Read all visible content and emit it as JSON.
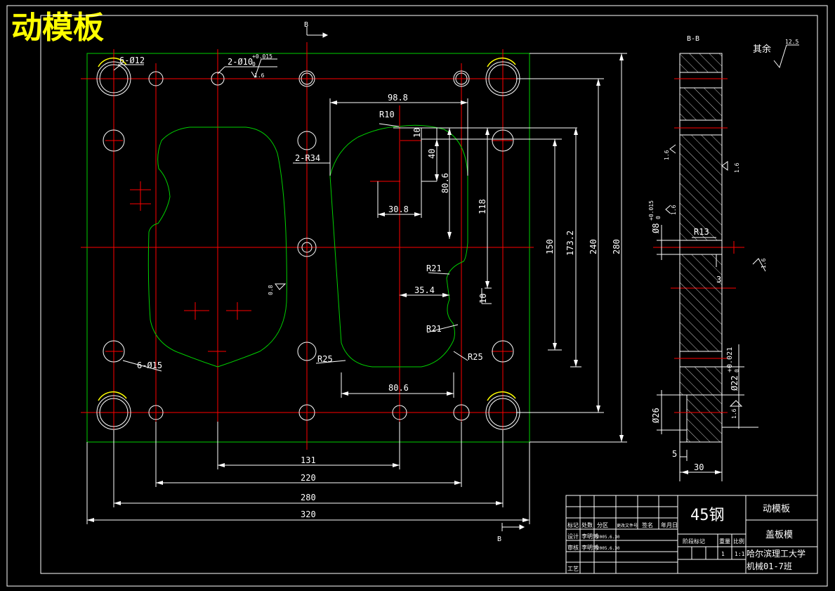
{
  "title": "动模板",
  "section_marks": {
    "top": "B",
    "bottom": "B",
    "section_view": "B-B"
  },
  "roughness": {
    "other_label": "其余",
    "other_value": "12.5",
    "fine": "1.6",
    "finer": "0.8"
  },
  "hole_labels": {
    "six_phi12": "6-Ø12",
    "two_phi10": "2-Ø10",
    "two_phi10_tol_upper": "+0.015",
    "two_phi10_tol_lower": "0",
    "six_phi15": "6-Ø15",
    "two_r34": "2-R34",
    "phi8": "Ø8",
    "phi8_tol_upper": "+0.015",
    "phi8_tol_lower": "0",
    "phi22": "Ø22",
    "phi22_tol_upper": "+0.021",
    "phi22_tol_lower": "0",
    "phi26": "Ø26"
  },
  "radii": {
    "r10": "R10",
    "r21a": "R21",
    "r21b": "R21",
    "r25a": "R25",
    "r25b": "R25",
    "r13": "R13"
  },
  "dimensions": {
    "d98_8": "98.8",
    "d30_8": "30.8",
    "d10a": "10",
    "d40": "40",
    "d80_6v": "80.6",
    "d118": "118",
    "d150": "150",
    "d173_2": "173.2",
    "d240": "240",
    "d280v": "280",
    "d35_4": "35.4",
    "d10b": "10",
    "d80_6h": "80.6",
    "d131": "131",
    "d220": "220",
    "d280h": "280",
    "d320": "320",
    "d5": "5",
    "d30": "30",
    "d3": "3"
  },
  "title_block": {
    "material": "45钢",
    "part_name": "动模板",
    "assembly_name": "盖板模",
    "school": "哈尔滨理工大学",
    "class_name": "机械01-7班",
    "scale": "1:1",
    "quantity": "1",
    "row_labels": [
      "标记",
      "设计",
      "审核",
      "工艺"
    ],
    "col_labels": [
      "处数",
      "分区",
      "更改文件号",
      "签名",
      "年月日"
    ],
    "stage_label": "阶段标记",
    "weight_label": "重量",
    "scale_label": "比例",
    "designer": "李明博",
    "checker": "李明博",
    "date1": "2005.6.30",
    "date2": "2005.6.30"
  }
}
